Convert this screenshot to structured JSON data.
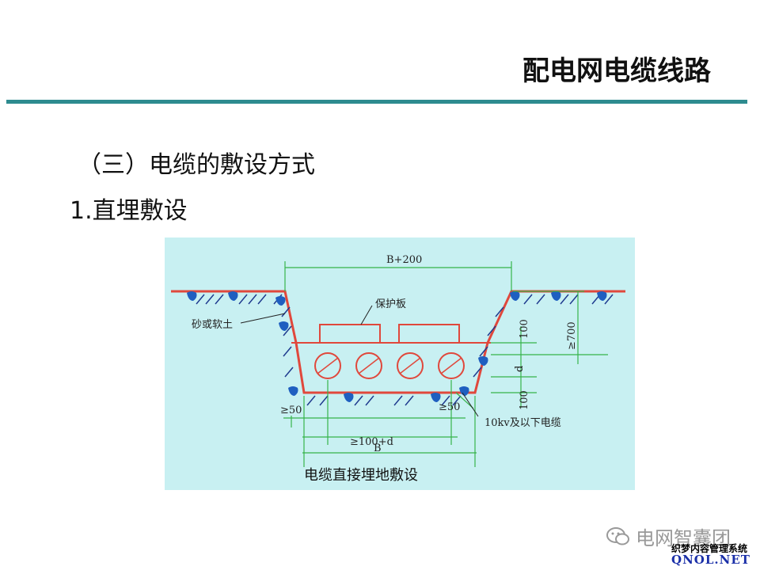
{
  "slide": {
    "title": "配电网电缆线路",
    "section": "（三）电缆的敷设方式",
    "subsection": "1.直埋敷设"
  },
  "diagram": {
    "caption": "电缆直接埋地敷设",
    "labels": {
      "top_width": "B+200",
      "protect_plate": "保护板",
      "sand_soil": "砂或软土",
      "depth_100_top": "100",
      "depth_d": "d",
      "depth_100_bottom": "100",
      "depth_700": "≥700",
      "left_50": "≥50",
      "right_50": "≥50",
      "spacing": "≥100+d",
      "bottom_width": "B",
      "cable_label": "10kv及以下电缆"
    },
    "colors": {
      "background": "#c8f0f2",
      "trench": "#e0483c",
      "dimension": "#36b34a",
      "soil_marks": "#1f3b8f"
    }
  },
  "footer": {
    "watermark": "电网智囊团",
    "stamp_line": "织梦内容管理系统",
    "stamp_site": "QNOL.NET"
  }
}
